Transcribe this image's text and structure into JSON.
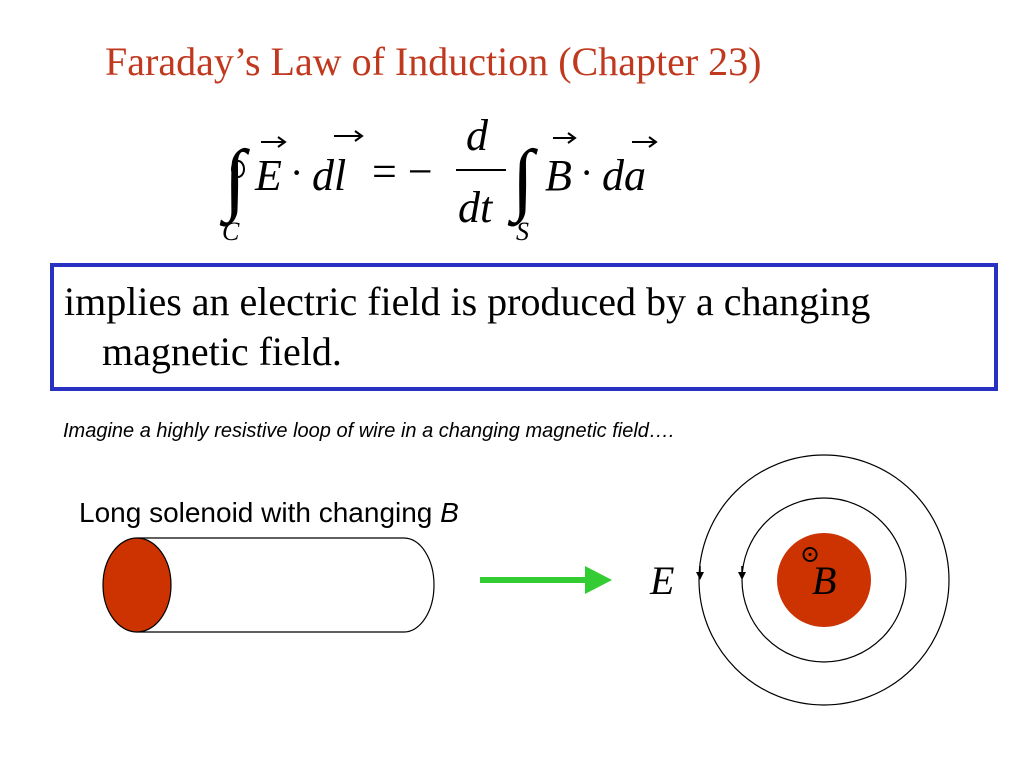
{
  "slide": {
    "title": "Faraday’s Law of Induction (Chapter 23)",
    "equation": {
      "contour_label": "C",
      "surface_label": "S",
      "lhs_field": "E",
      "lhs_dot": "·",
      "lhs_element": "dl",
      "equals_minus": "= −",
      "frac_num": "d",
      "frac_den": "dt",
      "rhs_field": "B",
      "rhs_dot": "·",
      "rhs_element": "da"
    },
    "statement": "implies an electric field is produced by a changing magnetic field.",
    "imagine": "Imagine a highly resistive loop of wire in a changing magnetic field….",
    "solenoid_label_prefix": "Long solenoid with changing ",
    "solenoid_label_var": "B",
    "diagram": {
      "e_label": "E",
      "b_label": "B",
      "b_symbol": "⊙"
    }
  },
  "colors": {
    "title": "#c0391f",
    "box_border": "#2832c2",
    "solenoid_cap": "#cc3300",
    "arrow": "#33cc33",
    "b_disk": "#cc3300"
  }
}
